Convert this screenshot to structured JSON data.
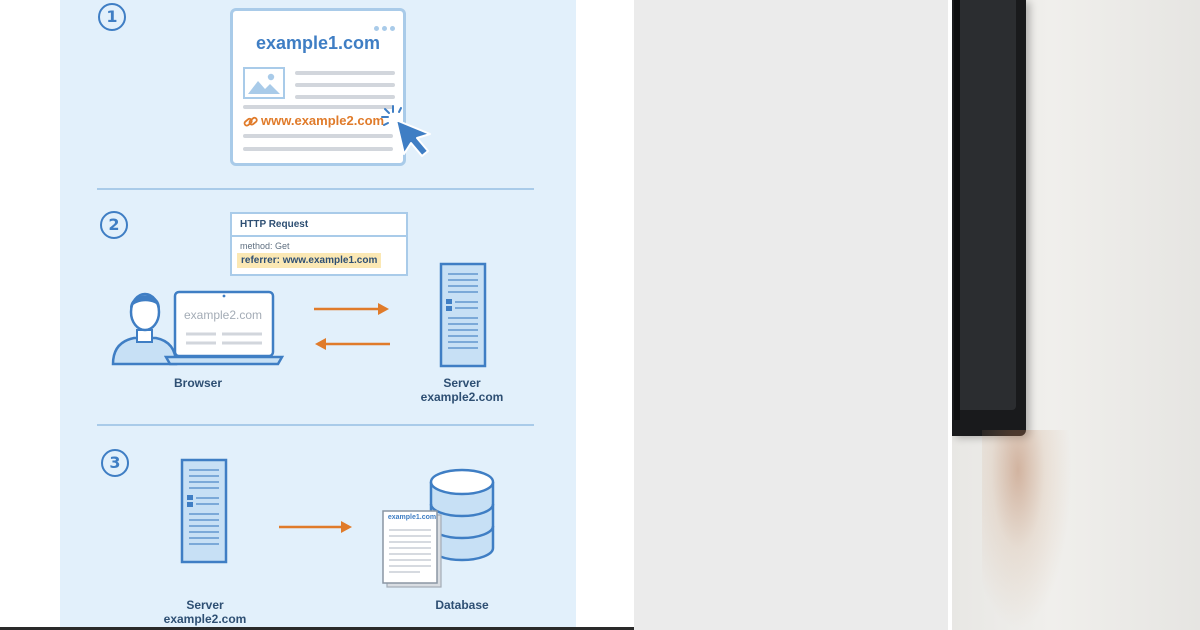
{
  "step1": {
    "number": "1",
    "window_title": "example1.com",
    "link_text": "www.example2.com"
  },
  "step2": {
    "number": "2",
    "http_request": {
      "title": "HTTP Request",
      "method": "method: Get",
      "referrer": "referrer: www.example1.com"
    },
    "laptop_screen_text": "example2.com",
    "browser_label": "Browser",
    "server_label_line1": "Server",
    "server_label_line2": "example2.com"
  },
  "step3": {
    "number": "3",
    "server_label_line1": "Server",
    "server_label_line2": "example2.com",
    "document_text": "example1.com",
    "database_label": "Database"
  },
  "colors": {
    "panel_bg": "#e2f0fb",
    "primary_blue": "#3f7ec4",
    "dark_text": "#2e4f73",
    "outline_light": "#a9cbe9",
    "accent_orange": "#e07b2a",
    "highlight_yellow": "#fbe8b4"
  },
  "icons": [
    "image-placeholder-icon",
    "link-icon",
    "cursor-arrow-icon",
    "user-icon",
    "laptop-icon",
    "server-icon",
    "arrow-right-icon",
    "arrow-left-icon",
    "document-icon",
    "database-icon"
  ]
}
